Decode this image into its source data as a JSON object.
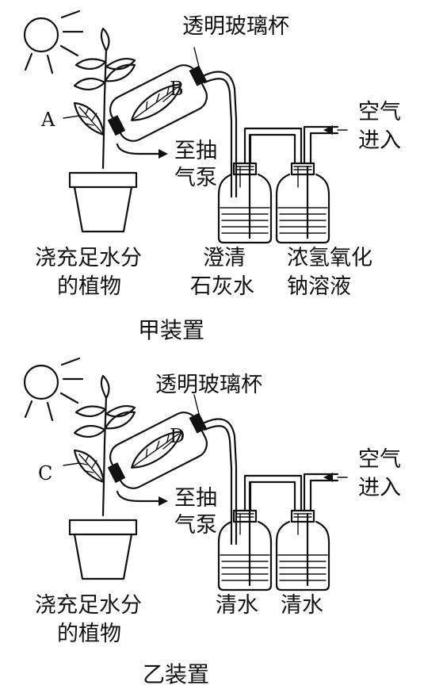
{
  "figure_top": {
    "caption": "甲装置",
    "cup_label": "透明玻璃杯",
    "leaf_outside_label": "A",
    "leaf_inside_label": "B",
    "pump_label_line1": "至抽",
    "pump_label_line2": "气泵",
    "air_label_line1": "空气",
    "air_label_line2": "进入",
    "plant_label_line1": "浇充足水分",
    "plant_label_line2": "的植物",
    "bottle1_label_line1": "澄清",
    "bottle1_label_line2": "石灰水",
    "bottle2_label_line1": "浓氢氧化",
    "bottle2_label_line2": "钠溶液"
  },
  "figure_bottom": {
    "caption": "乙装置",
    "cup_label": "透明玻璃杯",
    "leaf_outside_label": "C",
    "leaf_inside_label": "D",
    "pump_label_line1": "至抽",
    "pump_label_line2": "气泵",
    "air_label_line1": "空气",
    "air_label_line2": "进入",
    "plant_label_line1": "浇充足水分",
    "plant_label_line2": "的植物",
    "bottle1_label_line1": "清水",
    "bottle2_label_line1": "清水"
  }
}
